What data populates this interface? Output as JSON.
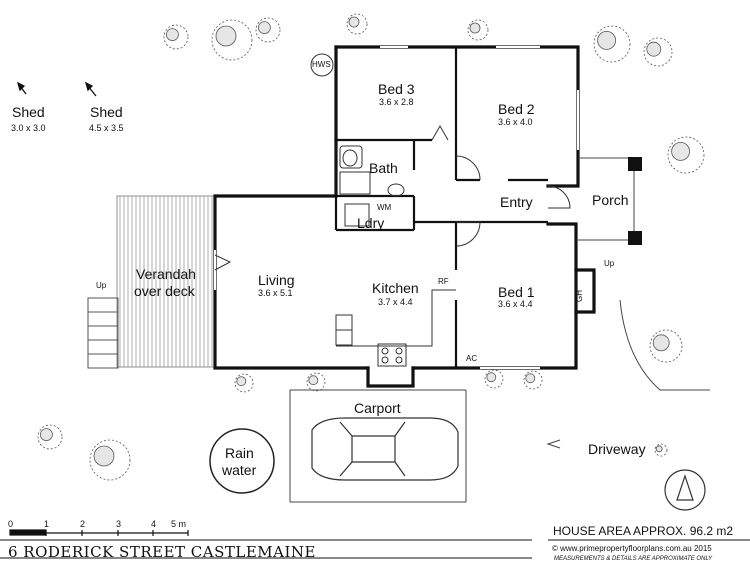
{
  "rooms": {
    "bed3": {
      "name": "Bed 3",
      "size": "3.6 x 2.8"
    },
    "bed2": {
      "name": "Bed 2",
      "size": "3.6 x 4.0"
    },
    "bath": {
      "name": "Bath"
    },
    "ldry": {
      "name": "Ldry"
    },
    "entry": {
      "name": "Entry"
    },
    "porch": {
      "name": "Porch"
    },
    "living": {
      "name": "Living",
      "size": "3.6 x 5.1"
    },
    "kitchen": {
      "name": "Kitchen",
      "size": "3.7 x 4.4"
    },
    "bed1": {
      "name": "Bed 1",
      "size": "3.6 x 4.4"
    },
    "verandah": {
      "line1": "Verandah",
      "line2": "over deck"
    },
    "carport": {
      "name": "Carport"
    }
  },
  "outbuildings": {
    "shed_a": {
      "name": "Shed",
      "size": "3.0 x 3.0"
    },
    "shed_b": {
      "name": "Shed",
      "size": "4.5 x 3.5"
    },
    "rainwater": {
      "line1": "Rain",
      "line2": "water"
    }
  },
  "fixtures": {
    "hws": "HWS",
    "wm": "WM",
    "rf": "RF",
    "gh": "GH",
    "ac": "AC",
    "up_left": "Up",
    "up_right": "Up"
  },
  "driveway": "Driveway",
  "scale": {
    "ticks": [
      "0",
      "1",
      "2",
      "3",
      "4",
      "5 m"
    ]
  },
  "house_area": "HOUSE AREA APPROX. 96.2 m2",
  "address": "6 RODERICK STREET CASTLEMAINE",
  "credits": {
    "line1": "© www.primepropertyfloorplans.com.au 2015",
    "line2": "MEASUREMENTS & DETAILS ARE APPROXIMATE ONLY"
  }
}
